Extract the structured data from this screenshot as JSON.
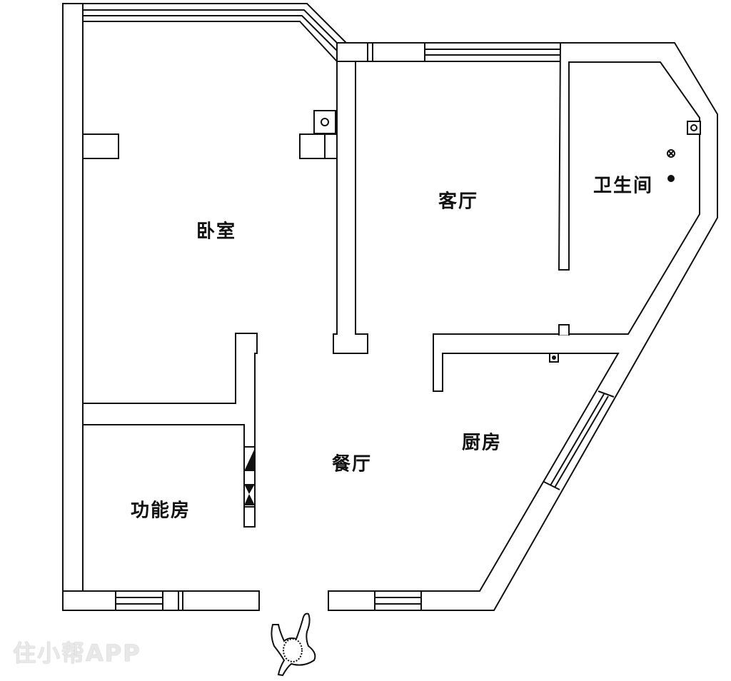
{
  "rooms": {
    "bedroom": "卧室",
    "living_room": "客厅",
    "bathroom": "卫生间",
    "dining_room": "餐厅",
    "kitchen": "厨房",
    "utility_room": "功能房"
  },
  "watermark": "住小帮APP",
  "colors": {
    "wall_stroke": "#111111",
    "background": "#ffffff"
  }
}
